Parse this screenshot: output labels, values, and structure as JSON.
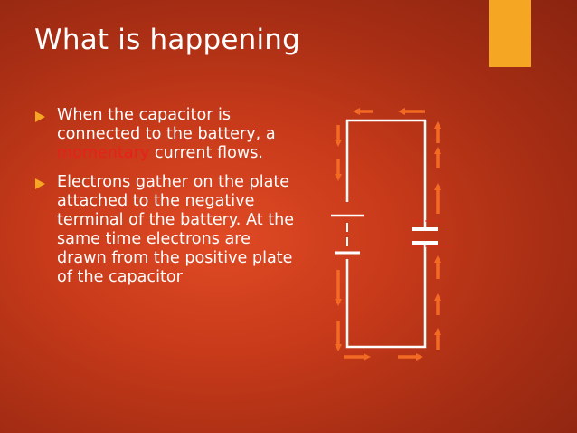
{
  "slide": {
    "title": "What is happening",
    "accent_color": "#f5a623",
    "bullets": [
      {
        "before": "When the capacitor is connected to the battery, a ",
        "highlight": "momentary",
        "after": " current flows."
      },
      {
        "text": "Electrons gather on the plate attached to the negative terminal of the battery. At the same time electrons are drawn from the positive plate of the capacitor"
      }
    ]
  },
  "diagram": {
    "components": [
      "battery",
      "capacitor"
    ],
    "wire_color": "#ffffff",
    "arrow_color": "#f26a24",
    "highlight_color": "#e8201a"
  }
}
